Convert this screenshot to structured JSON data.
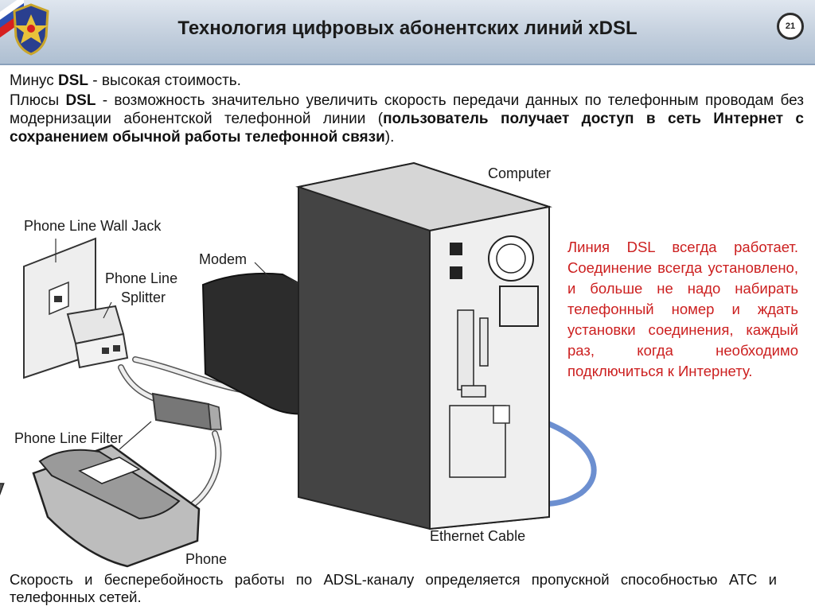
{
  "header": {
    "title": "Технология цифровых абонентских линий xDSL",
    "page_number": "21"
  },
  "bullets": {
    "minus_prefix": "Минус ",
    "minus_bold": "DSL",
    "minus_rest": " - высокая стоимость.",
    "plus_prefix": "Плюсы ",
    "plus_bold": "DSL",
    "plus_rest": " - возможность значительно увеличить скорость передачи данных по телефонным проводам без модернизации абонентской телефонной линии (",
    "plus_bold2": "пользователь получает доступ в сеть Интернет с сохранением обычной работы телефонной связи",
    "plus_end": ")."
  },
  "side_note": "Линия DSL всегда работает. Соединение всегда установлено, и больше не надо набирать телефонный номер и ждать установки соединения, каждый раз, когда необходимо подключиться к Интернету.",
  "footer_text": "Скорость и бесперебойность работы по ADSL-каналу определяется пропускной способностью АТС и телефонных сетей.",
  "diagram": {
    "computer": "Computer",
    "wall_jack": "Phone Line Wall Jack",
    "modem": "Modem",
    "splitter_line1": "Phone Line",
    "splitter_line2": "Splitter",
    "filter": "Phone Line Filter",
    "ethernet": "Ethernet Cable",
    "phone": "Phone"
  },
  "colors": {
    "note_red": "#cc1f1f",
    "ethernet_blue": "#6c8fd0",
    "header_border": "#8aa0bb"
  }
}
